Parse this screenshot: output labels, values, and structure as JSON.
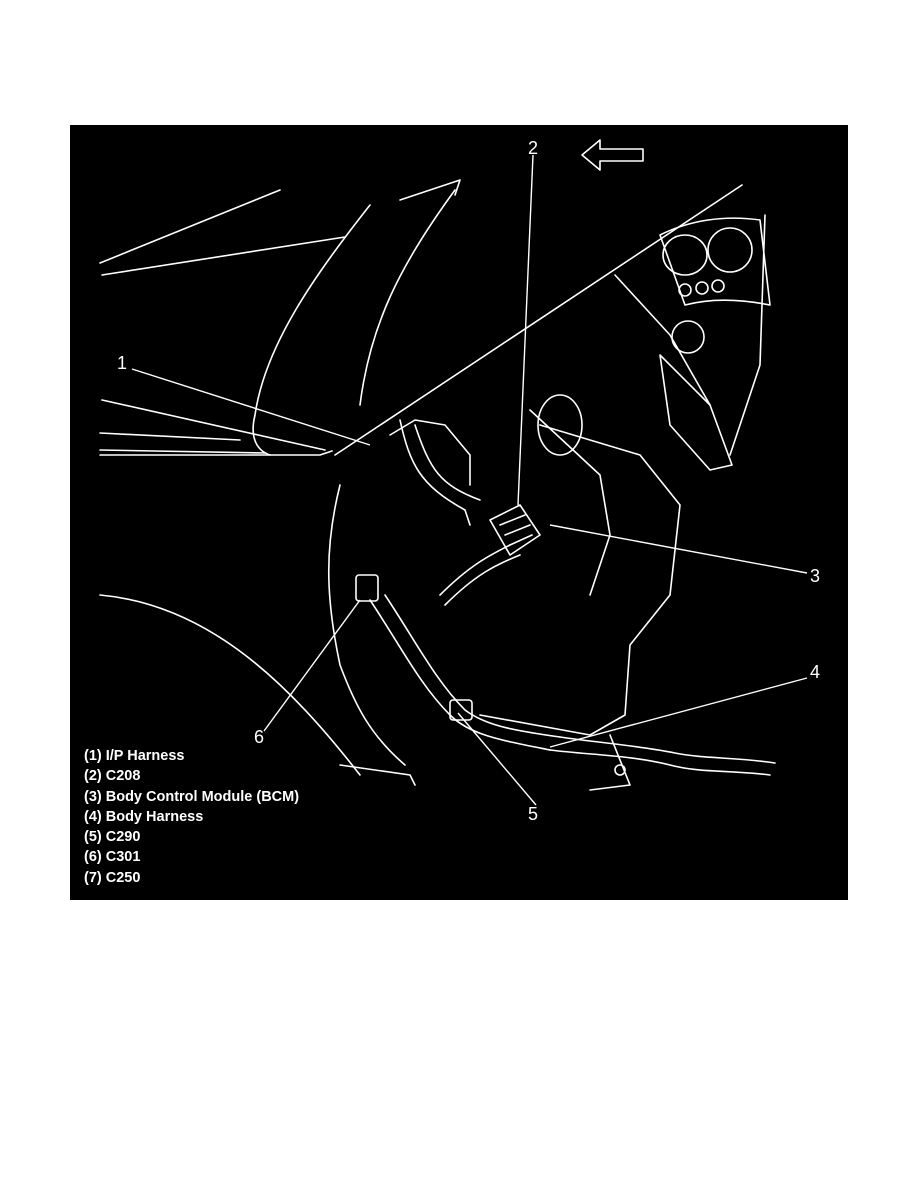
{
  "figure": {
    "callouts": [
      {
        "id": "1",
        "label": "1"
      },
      {
        "id": "2",
        "label": "2"
      },
      {
        "id": "3",
        "label": "3"
      },
      {
        "id": "4",
        "label": "4"
      },
      {
        "id": "5",
        "label": "5"
      },
      {
        "id": "6",
        "label": "6"
      }
    ],
    "legend": [
      "(1) I/P Harness",
      "(2) C208",
      "(3) Body Control Module (BCM)",
      "(4) Body Harness",
      "(5) C290",
      "(6) C301",
      "(7) C250"
    ],
    "direction_arrow": "left-arrow-icon",
    "colors": {
      "background": "#000000",
      "linework": "#ffffff",
      "page": "#ffffff"
    }
  }
}
